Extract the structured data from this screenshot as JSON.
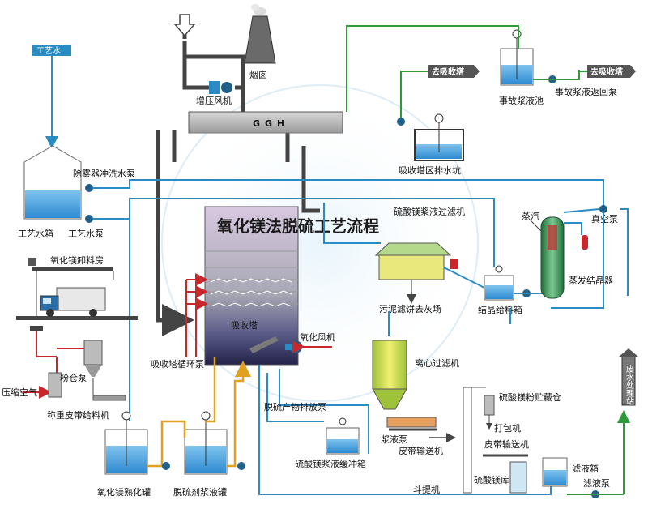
{
  "title": "氧化镁法脱硫工艺流程",
  "labels": {
    "process_water_tag": "工艺水",
    "process_water_tank": "工艺水箱",
    "process_water_pump": "工艺水泵",
    "demister_pump": "除雾器冲洗水泵",
    "booster_fan": "增压风机",
    "chimney": "烟囱",
    "ggh": "GGH",
    "mgo_unload": "氧化镁卸料房",
    "compressed_air": "压缩空气",
    "powder_bin": "粉仓泵",
    "belt_feeder": "称重皮带给料机",
    "mgo_slaking_tank": "氧化镁熟化罐",
    "desulf_slurry_tank": "脱硫剂浆液罐",
    "absorber_circ_pump": "吸收塔循环泵",
    "absorber_zone": "吸收塔",
    "oxidation_fan": "氧化风机",
    "product_pump": "脱硫产物排放泵",
    "mgso4_buffer_tank": "硫酸镁浆液缓冲箱",
    "slurry_pump": "浆液泵",
    "belt_conveyor": "皮带输送机",
    "bucket_elevator": "斗提机",
    "mgso4_filter": "硫酸镁浆液过滤机",
    "sludge_cake": "污泥滤饼去灰场",
    "crystal_feed_tank": "结晶给料箱",
    "steam": "蒸汽",
    "vacuum_pump": "真空泵",
    "evap_crystallizer": "蒸发结晶器",
    "centrifuge": "离心过滤机",
    "mgso4_powder_bin": "硫酸镁粉贮藏仓",
    "packing_machine": "打包机",
    "belt_conveyor2": "皮带输送机",
    "mgso4_store": "硫酸镁库",
    "filtrate_tank": "滤液箱",
    "filtrate_pump": "滤液泵",
    "wastewater_station": "废水处理站",
    "accident_tank": "事故浆液池",
    "accident_return_pump": "事故浆液返回泵",
    "to_absorber_1": "去吸收塔",
    "to_absorber_2": "去吸收塔",
    "sump_pit": "吸收塔区排水坑"
  },
  "colors": {
    "water_line": "#2b8cc4",
    "flue_line": "#444444",
    "slurry_line": "#2e9b3a",
    "product_line": "#e0a020",
    "air_line": "#c8282c"
  }
}
